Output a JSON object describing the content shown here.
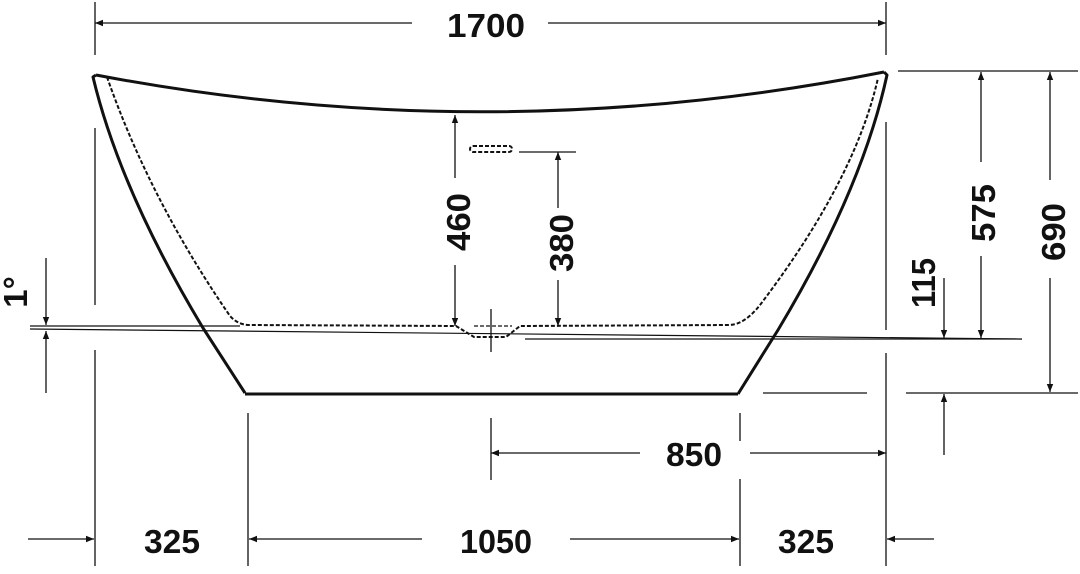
{
  "drawing": {
    "title": "Freestanding bathtub technical side-elevation drawing",
    "units": "mm",
    "colors": {
      "line": "#111111",
      "background": "#ffffff"
    }
  },
  "dimensions": {
    "overall_length": "1700",
    "inner_depth": "460",
    "overflow_height": "380",
    "floor_to_drain": "115",
    "drain_to_rim": "575",
    "overall_height": "690",
    "drain_offset": "850",
    "left_overhang": "325",
    "base_length": "1050",
    "right_overhang": "325",
    "floor_slope": "1°"
  }
}
